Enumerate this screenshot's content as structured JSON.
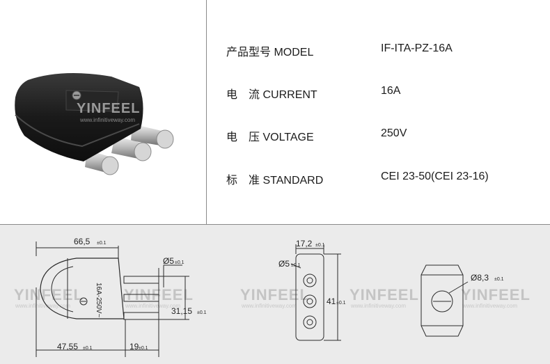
{
  "specs": [
    {
      "label_cn": "产品型号",
      "label_en": "MODEL",
      "value": "IF-ITA-PZ-16A"
    },
    {
      "label_cn": "电　流",
      "label_en": "CURRENT",
      "value": "16A"
    },
    {
      "label_cn": "电　压",
      "label_en": "VOLTAGE",
      "value": "250V"
    },
    {
      "label_cn": "标　准",
      "label_en": "STANDARD",
      "value": "CEI 23-50(CEI 23-16)"
    }
  ],
  "watermark": {
    "brand": "YINFEEL",
    "url": "www.infinitiveway.com"
  },
  "dimensions": {
    "length": "66,5",
    "length_tol": "±0.1",
    "pin_dia": "Ø5",
    "pin_dia_tol": "±0.1",
    "pin_span": "31,15",
    "pin_span_tol": "±0.1",
    "body_len": "47,55",
    "body_len_tol": "±0.1",
    "pin_len": "19",
    "pin_len_tol": "±0.1",
    "face_width": "17,2",
    "face_width_tol": "±0.1",
    "face_hole": "Ø5",
    "face_hole_tol": "±0.1",
    "face_height": "41",
    "face_height_tol": "±0.1",
    "cable_hole": "Ø8,3",
    "cable_hole_tol": "±0.1",
    "rating_text": "16A-250V~"
  },
  "colors": {
    "body": "#1f1f1f",
    "pin": "#c8c8c8",
    "bg_bottom": "#ebebeb",
    "line": "#333333"
  }
}
